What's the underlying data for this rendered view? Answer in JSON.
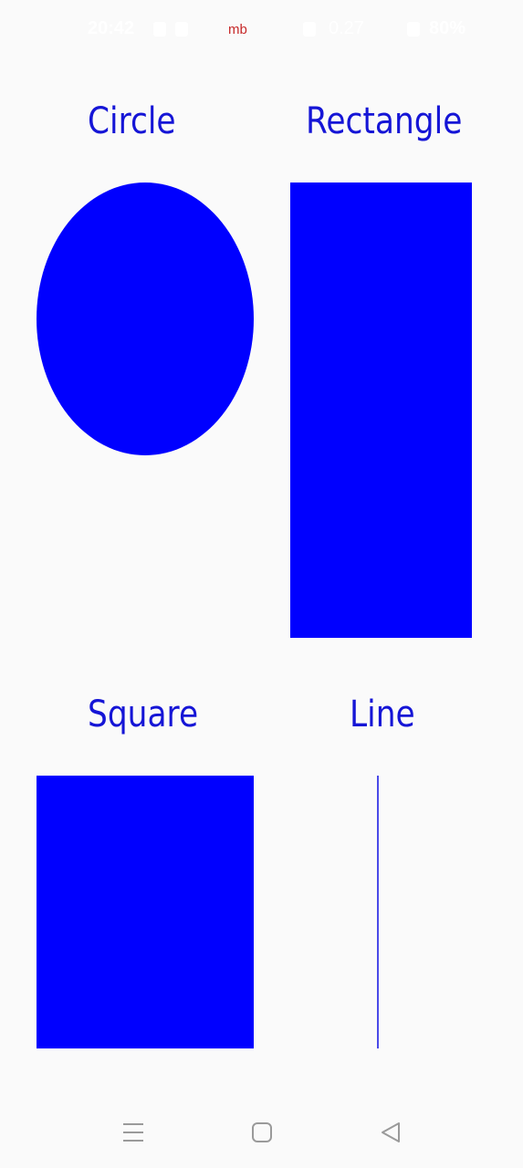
{
  "status_bar": {
    "time": "20:42",
    "carrier_tag": "mb",
    "net_speed": "0.27",
    "battery": "80%"
  },
  "labels": {
    "circle": "Circle",
    "rectangle": "Rectangle",
    "square": "Square",
    "line": "Line"
  },
  "colors": {
    "shape_fill": "#0000ff",
    "label_text": "#1515d6",
    "line_stroke": "#4a4ae8",
    "background": "#fafafa"
  },
  "nav_bar": {
    "icons": [
      "menu-icon",
      "home-icon",
      "back-icon"
    ]
  }
}
